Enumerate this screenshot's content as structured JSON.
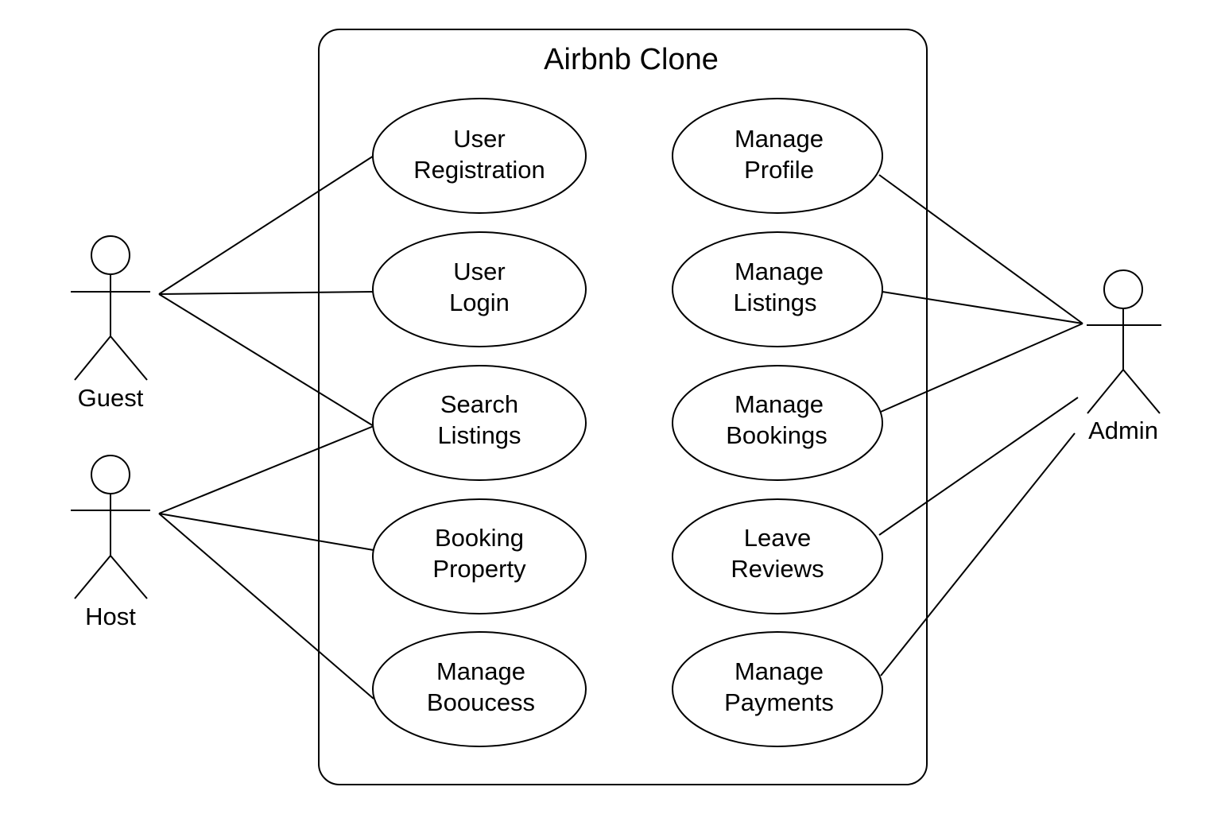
{
  "system": {
    "title": "Airbnb Clone"
  },
  "actors": [
    {
      "id": "guest",
      "label": "Guest"
    },
    {
      "id": "host",
      "label": "Host"
    },
    {
      "id": "admin",
      "label": "Admin"
    }
  ],
  "use_cases": [
    {
      "id": "user-registration",
      "line1": "User",
      "line2": "Registration"
    },
    {
      "id": "user-login",
      "line1": "User",
      "line2": "Login"
    },
    {
      "id": "search-listings",
      "line1": "Search",
      "line2": "Listings"
    },
    {
      "id": "booking-property",
      "line1": "Booking",
      "line2": "Property"
    },
    {
      "id": "manage-booucess",
      "line1": "Manage",
      "line2": "Booucess"
    },
    {
      "id": "manage-profile",
      "line1": "Manage",
      "line2": "Profile"
    },
    {
      "id": "manage-listings",
      "line1": "Manage",
      "line2": "Listings"
    },
    {
      "id": "manage-bookings",
      "line1": "Manage",
      "line2": "Bookings"
    },
    {
      "id": "leave-reviews",
      "line1": "Leave",
      "line2": "Reviews"
    },
    {
      "id": "manage-payments",
      "line1": "Manage",
      "line2": "Payments"
    }
  ],
  "associations": [
    {
      "actor": "guest",
      "use_case": "user-registration"
    },
    {
      "actor": "guest",
      "use_case": "user-login"
    },
    {
      "actor": "guest",
      "use_case": "search-listings"
    },
    {
      "actor": "host",
      "use_case": "search-listings"
    },
    {
      "actor": "host",
      "use_case": "booking-property"
    },
    {
      "actor": "host",
      "use_case": "manage-booucess"
    },
    {
      "actor": "admin",
      "use_case": "manage-profile"
    },
    {
      "actor": "admin",
      "use_case": "manage-listings"
    },
    {
      "actor": "admin",
      "use_case": "manage-bookings"
    },
    {
      "actor": "admin",
      "use_case": "leave-reviews"
    },
    {
      "actor": "admin",
      "use_case": "manage-payments"
    }
  ]
}
